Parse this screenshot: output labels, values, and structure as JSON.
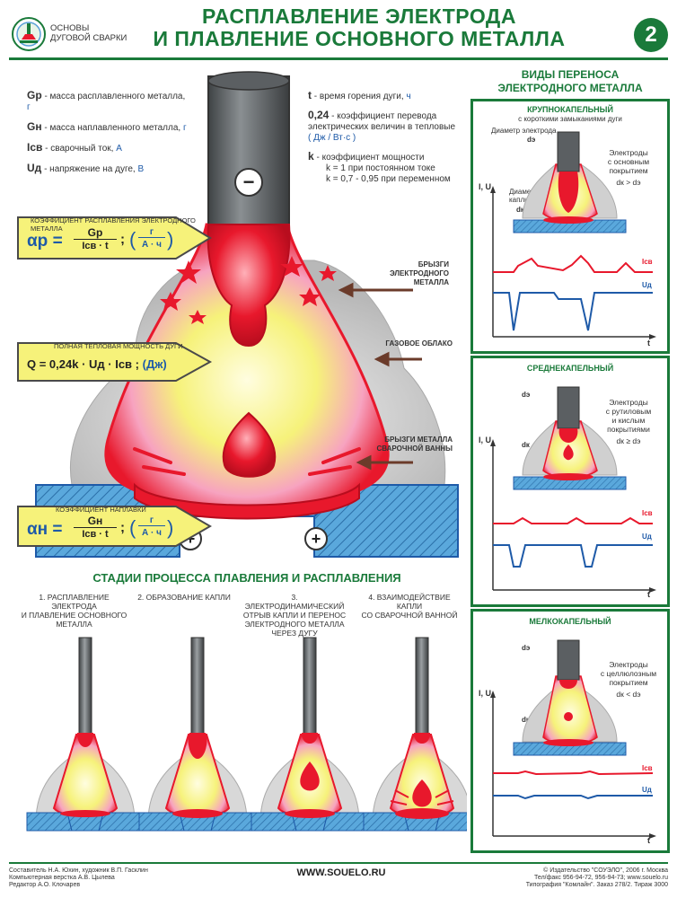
{
  "header": {
    "series": "ОСНОВЫ ДУГОВОЙ СВАРКИ",
    "series_line1": "ОСНОВЫ",
    "series_line2": "ДУГОВОЙ СВАРКИ",
    "title_line1": "РАСПЛАВЛЕНИЕ ЭЛЕКТРОДА",
    "title_line2": "И ПЛАВЛЕНИЕ ОСНОВНОГО МЕТАЛЛА",
    "page_number": "2"
  },
  "definitions_left": [
    {
      "sym": "Gр",
      "text": "- масса расплавленного металла,",
      "unit": "г"
    },
    {
      "sym": "Gн",
      "text": "- масса наплавленного металла,",
      "unit": "г"
    },
    {
      "sym": "Iсв",
      "text": "- сварочный ток,",
      "unit": "А"
    },
    {
      "sym": "Uд",
      "text": "- напряжение на дуге,",
      "unit": "В"
    }
  ],
  "definitions_right": [
    {
      "sym": "t",
      "text": "- время горения дуги,",
      "unit": "ч"
    },
    {
      "sym": "0,24",
      "text": "- коэффициент перевода электрических величин в тепловые",
      "unit": "( Дж / Вт·с )"
    },
    {
      "sym": "k",
      "text": "- коэффициент мощности",
      "lines": [
        "k = 1 при постоянном токе",
        "k = 0,7 - 0,95 при переменном"
      ]
    }
  ],
  "formulas": {
    "alpha_p_caption": "КОЭФФИЦИЕНТ РАСПЛАВЛЕНИЯ ЭЛЕКТРОДНОГО МЕТАЛЛА",
    "alpha_p_lhs": "αр =",
    "alpha_p_num": "Gр",
    "alpha_p_den": "Iсв · t",
    "alpha_p_unit_num": "г",
    "alpha_p_unit_den": "А · ч",
    "q_caption": "ПОЛНАЯ ТЕПЛОВАЯ МОЩНОСТЬ ДУГИ",
    "q_formula": "Q = 0,24k · Uд · Iсв ;",
    "q_unit": "(Дж)",
    "alpha_n_caption": "КОЭФФИЦИЕНТ НАПЛАВКИ",
    "alpha_n_lhs": "αн =",
    "alpha_n_num": "Gн",
    "alpha_n_den": "Iсв · t",
    "alpha_n_unit_num": "г",
    "alpha_n_unit_den": "А · ч"
  },
  "callouts": {
    "spatter_electrode_l1": "БРЫЗГИ",
    "spatter_electrode_l2": "ЭЛЕКТРОДНОГО",
    "spatter_electrode_l3": "МЕТАЛЛА",
    "gas_cloud": "ГАЗОВОЕ ОБЛАКО",
    "spatter_pool_l1": "БРЫЗГИ МЕТАЛЛА",
    "spatter_pool_l2": "СВАРОЧНОЙ ВАННЫ",
    "minus": "−",
    "plus": "+"
  },
  "stages": {
    "title": "СТАДИИ ПРОЦЕССА ПЛАВЛЕНИЯ И РАСПЛАВЛЕНИЯ",
    "items": [
      {
        "l1": "1. РАСПЛАВЛЕНИЕ ЭЛЕКТРОДА",
        "l2": "И ПЛАВЛЕНИЕ ОСНОВНОГО",
        "l3": "МЕТАЛЛА",
        "l4": ""
      },
      {
        "l1": "2. ОБРАЗОВАНИЕ КАПЛИ",
        "l2": "",
        "l3": "",
        "l4": ""
      },
      {
        "l1": "3. ЭЛЕКТРОДИНАМИЧЕСКИЙ",
        "l2": "ОТРЫВ КАПЛИ И ПЕРЕНОС",
        "l3": "ЭЛЕКТРОДНОГО МЕТАЛЛА",
        "l4": "ЧЕРЕЗ ДУГУ"
      },
      {
        "l1": "4. ВЗАИМОДЕЙСТВИЕ КАПЛИ",
        "l2": "СО СВАРОЧНОЙ ВАННОЙ",
        "l3": "",
        "l4": ""
      }
    ]
  },
  "transfer": {
    "title_l1": "ВИДЫ ПЕРЕНОСА",
    "title_l2": "ЭЛЕКТРОДНОГО МЕТАЛЛА",
    "axis_y": "I, U",
    "axis_x": "t",
    "i_label": "Iсв",
    "u_label": "Uд",
    "panels": [
      {
        "title_l1": "КРУПНОКАПЕЛЬНЫЙ",
        "title_l2": "с короткими замыканиями дуги",
        "diam_electrode": "Диаметр электрода",
        "de": "dэ",
        "diam_drop_l1": "Диаметр",
        "diam_drop_l2": "капли",
        "dk": "dк",
        "note_l1": "Электроды",
        "note_l2": "с основным",
        "note_l3": "покрытием",
        "relation": "dк > dэ"
      },
      {
        "title_l1": "СРЕДНЕКАПЕЛЬНЫЙ",
        "title_l2": "",
        "de": "dэ",
        "dk": "dк",
        "note_l1": "Электроды",
        "note_l2": "с рутиловым",
        "note_l3": "и кислым",
        "note_l4": "покрытиями",
        "relation": "dк ≥ dэ"
      },
      {
        "title_l1": "МЕЛКОКАПЕЛЬНЫЙ",
        "title_l2": "",
        "de": "dэ",
        "dk": "dк",
        "note_l1": "Электроды",
        "note_l2": "с целлюлозным",
        "note_l3": "покрытием",
        "relation": "dк < dэ"
      }
    ]
  },
  "footer": {
    "left_l1": "Составитель Н.А. Юхин, художник В.П. Гасклин",
    "left_l2": "Компьютерная верстка А.В. Цылева",
    "left_l3": "Редактор А.О. Клочарев",
    "website": "WWW.SOUELO.RU",
    "right_l1": "© Издательство \"СОУЭЛО\", 2006 г. Москва",
    "right_l2": "Тел/факс 956-94-72, 956-94-73; www.souelo.ru",
    "right_l3": "Типография \"Комлайн\". Заказ 278/2. Тираж 3000"
  },
  "colors": {
    "green": "#1a7a3a",
    "red": "#e8182c",
    "blue": "#1e5aa8",
    "yellow": "#f6f27a",
    "steel": "#5b5f62"
  }
}
